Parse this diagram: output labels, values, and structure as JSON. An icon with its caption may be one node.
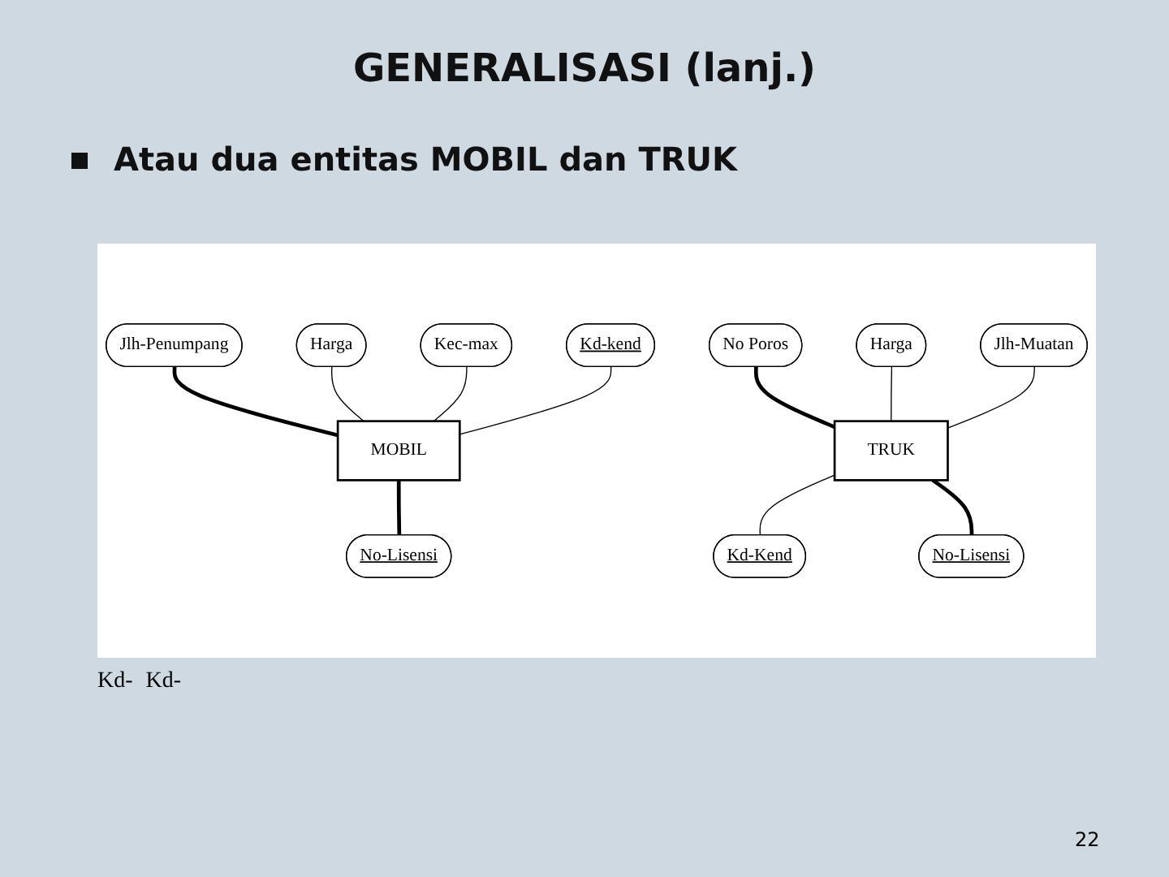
{
  "diagram": {
    "title": "GENERALISASI (lanj.)",
    "nodes": [
      {
        "text": [
          "Jlh-Penumpang"
        ]
      },
      {
        "text": [
          "Harga"
        ]
      },
      {
        "text": [
          "Kec-max"
        ]
      },
      {
        "text": [
          "MOBIL"
        ]
      },
      {
        "text": [
          "Kd-kend"
        ]
      },
      {
        "text": [
          "No-Lisensi"
        ]
      },
      {
        "text": [
          "No Poros"
        ]
      },
      {
        "text": [
          "Harga"
        ]
      },
      {
        "text": [
          "TRUK"
        ]
      },
      {
        "text": [
          "Jlh-Muatan"
        ]
      },
      {
        "text": [
          "Kd-Kend"
        ]
      },
      {
        "text": [
          "No-Lisensi"
        ]
      }
    ],
    "edges": [
      {
        "from": 0,
        "to": 3,
        "arrow": "none",
        "style": "thick"
      },
      {
        "from": 1,
        "to": 3,
        "arrow": "none"
      },
      {
        "from": 2,
        "to": 3,
        "arrow": "none"
      },
      {
        "from": 4,
        "to": 3,
        "arrow": "none"
      },
      {
        "from": 3,
        "to": 5,
        "arrow": "none",
        "style": "thick"
      },
      {
        "from": 6,
        "to": 8,
        "arrow": "none",
        "style": "thick"
      },
      {
        "from": 7,
        "to": 8,
        "arrow": "none"
      },
      {
        "from": 9,
        "to": 8,
        "arrow": "none"
      },
      {
        "from": 8,
        "to": 10,
        "arrow": "none"
      },
      {
        "from": 8,
        "to": 11,
        "arrow": "none",
        "style": "thick"
      }
    ],
    "labels": [
      "Atau dua entitas MOBIL dan TRUK",
      "Kd-",
      "Kd-",
      "22"
    ]
  }
}
